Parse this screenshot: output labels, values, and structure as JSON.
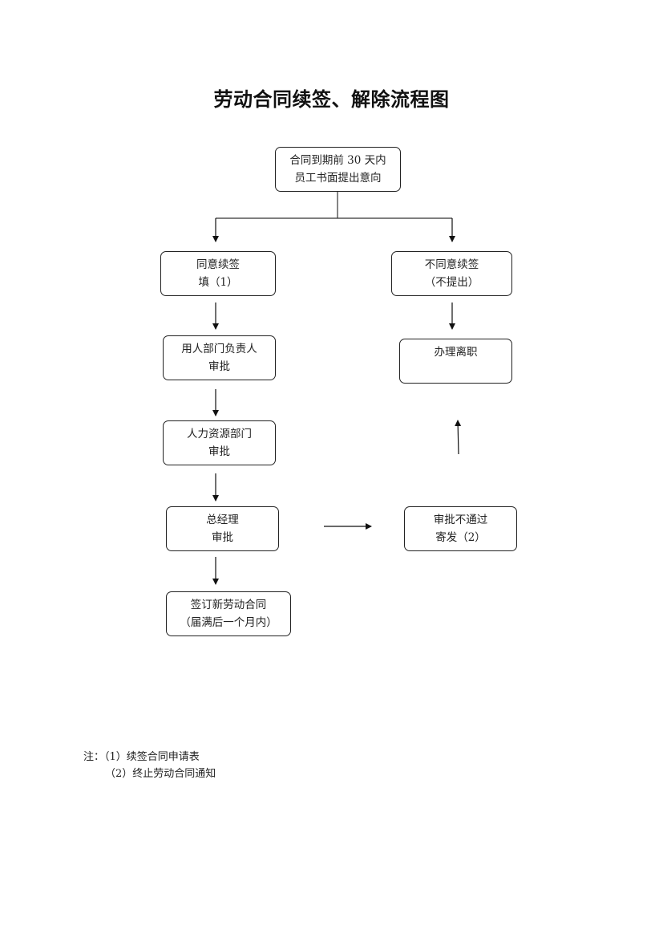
{
  "title": "劳动合同续签、解除流程图",
  "nodes": {
    "start": {
      "line1": "合同到期前 30 天内",
      "line2": "员工书面提出意向"
    },
    "agree": {
      "line1": "同意续签",
      "line2": "填（1）"
    },
    "disagree": {
      "line1": "不同意续签",
      "line2": "（不提出）"
    },
    "dept_head": {
      "line1": "用人部门负责人",
      "line2": "审批"
    },
    "resign": {
      "line1": "办理离职",
      "line2": ""
    },
    "hr": {
      "line1": "人力资源部门",
      "line2": "审批"
    },
    "gm": {
      "line1": "总经理",
      "line2": "审批"
    },
    "rejected": {
      "line1": "审批不通过",
      "line2": "寄发（2）"
    },
    "new_contract": {
      "line1": "签订新劳动合同",
      "line2": "（届满后一个月内）"
    }
  },
  "notes": {
    "line1": "注：（1）续签合同申请表",
    "line2": "（2）终止劳动合同通知"
  }
}
